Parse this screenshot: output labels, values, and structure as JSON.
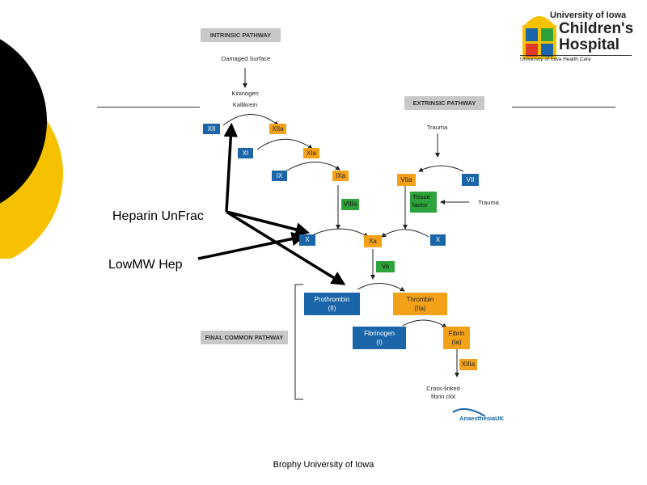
{
  "intrinsic": {
    "title": "INTRINSIC PATHWAY",
    "damaged_surface": "Damaged Surface",
    "kininogen": "Kininogen",
    "kallikrein": "Kallikrein",
    "xii": "XII",
    "xiia": "XIIa",
    "xi": "XI",
    "xia": "XIa",
    "ix": "IX",
    "ixa": "IXa",
    "viiia": "VIIIa"
  },
  "extrinsic": {
    "title": "EXTRINSIC PATHWAY",
    "trauma_top": "Trauma",
    "viia": "VIIa",
    "vii": "VII",
    "tissue_factor_1": "Tissue",
    "tissue_factor_2": "factor",
    "trauma_side": "Trauma"
  },
  "common": {
    "title": "FINAL COMMON PATHWAY",
    "x_left": "X",
    "xa": "Xa",
    "x_right": "X",
    "va": "Va",
    "prothrombin_1": "Prothrombin",
    "prothrombin_2": "(II)",
    "thrombin_1": "Thrombin",
    "thrombin_2": "(IIa)",
    "fibrinogen_1": "Fibrinogen",
    "fibrinogen_2": "(I)",
    "fibrin_1": "Fibrin",
    "fibrin_2": "(Ia)",
    "xiiia": "XIIIa",
    "clot_1": "Cross-linked",
    "clot_2": "fibrin clot"
  },
  "annotations": {
    "heparin": "Heparin UnFrac",
    "lmwh": "LowMW Hep"
  },
  "logo": {
    "line1": "University of Iowa",
    "line2": "Children's",
    "line3": "Hospital",
    "line4": "University of Iowa Health Care"
  },
  "anaesthesia_logo": "AnaesthesiaUK",
  "footer": "Brophy University of Iowa",
  "colors": {
    "blue": "#1a66a8",
    "orange": "#f4a11a",
    "green": "#2ea23a",
    "yellow": "#f6c200"
  }
}
